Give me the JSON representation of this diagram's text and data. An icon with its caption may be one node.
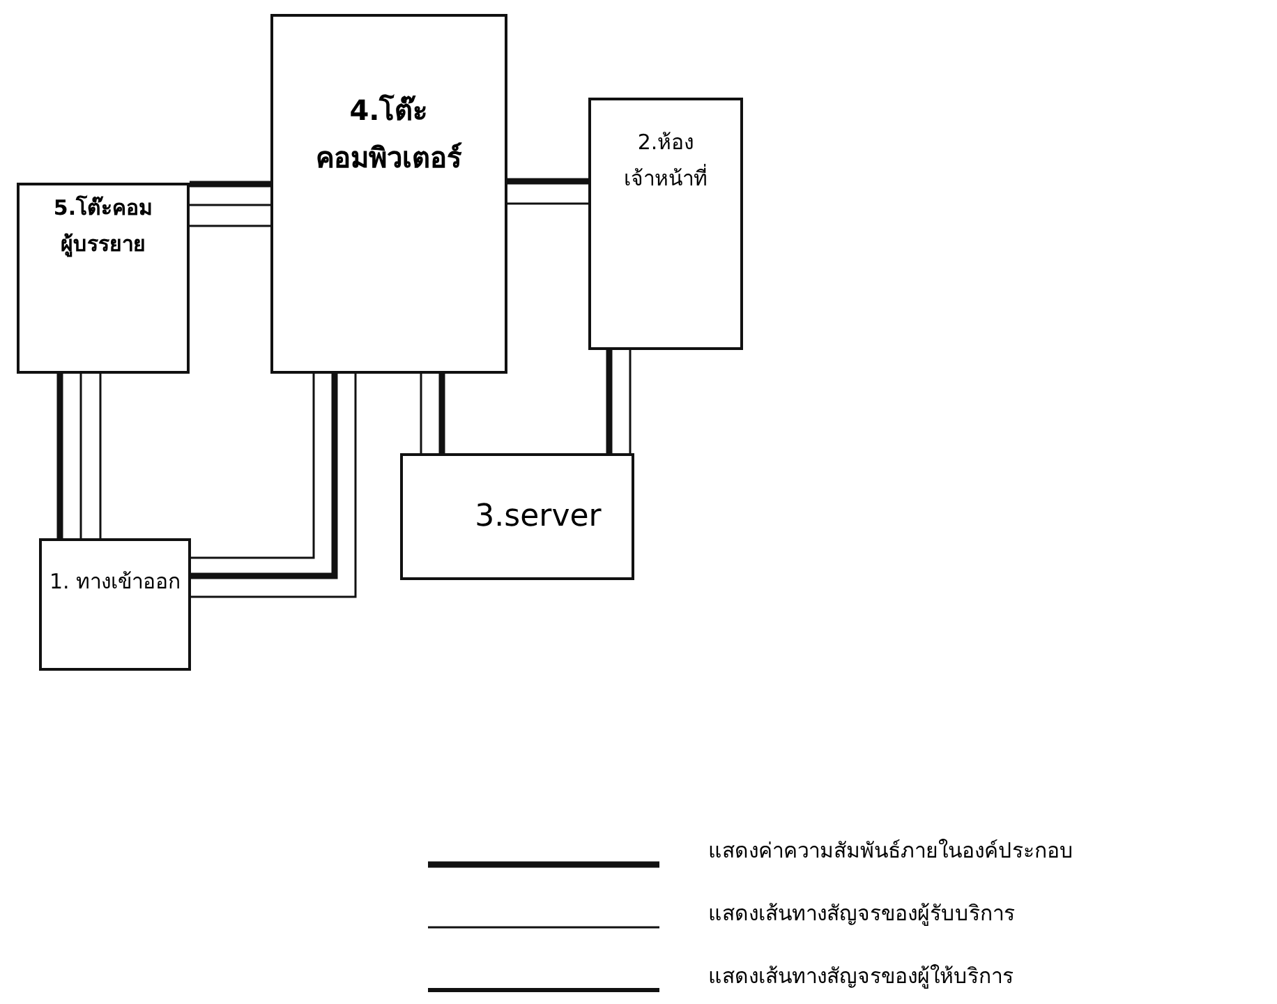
{
  "diagram": {
    "nodes": [
      {
        "text": [
          "4.โต๊ะ คอมพิวเตอร์"
        ]
      },
      {
        "text": [
          "2.ห้อง เจ้าหน้าที่"
        ]
      },
      {
        "text": [
          "5.โต๊ะคอม ผู้บรรยาย"
        ]
      },
      {
        "text": [
          "3.server"
        ]
      },
      {
        "text": [
          "1. ทางเข้าออก"
        ]
      }
    ],
    "edges": [
      {
        "from": 2,
        "to": 0,
        "arrow": "none",
        "style": "thick"
      },
      {
        "from": 2,
        "to": 0,
        "arrow": "none"
      },
      {
        "from": 2,
        "to": 0,
        "arrow": "none"
      },
      {
        "from": 0,
        "to": 1,
        "arrow": "none",
        "style": "thick"
      },
      {
        "from": 0,
        "to": 1,
        "arrow": "none"
      },
      {
        "from": 2,
        "to": 4,
        "arrow": "none",
        "style": "thick"
      },
      {
        "from": 2,
        "to": 4,
        "arrow": "none"
      },
      {
        "from": 2,
        "to": 4,
        "arrow": "none"
      },
      {
        "from": 0,
        "to": 4,
        "arrow": "none"
      },
      {
        "from": 0,
        "to": 4,
        "arrow": "none",
        "style": "thick"
      },
      {
        "from": 0,
        "to": 4,
        "arrow": "none"
      },
      {
        "from": 0,
        "to": 3,
        "arrow": "none"
      },
      {
        "from": 0,
        "to": 3,
        "arrow": "none",
        "style": "thick"
      },
      {
        "from": 1,
        "to": 3,
        "arrow": "none",
        "style": "thick"
      },
      {
        "from": 1,
        "to": 3,
        "arrow": "none"
      }
    ],
    "legend": [
      {
        "text": "แสดงค่าความสัมพันธ์ภายในองค์ประกอบ"
      },
      {
        "text": "แสดงเส้นทางสัญจรของผู้รับบริการ"
      },
      {
        "text": "แสดงเส้นทางสัญจรของผู้ให้บริการ"
      }
    ]
  }
}
